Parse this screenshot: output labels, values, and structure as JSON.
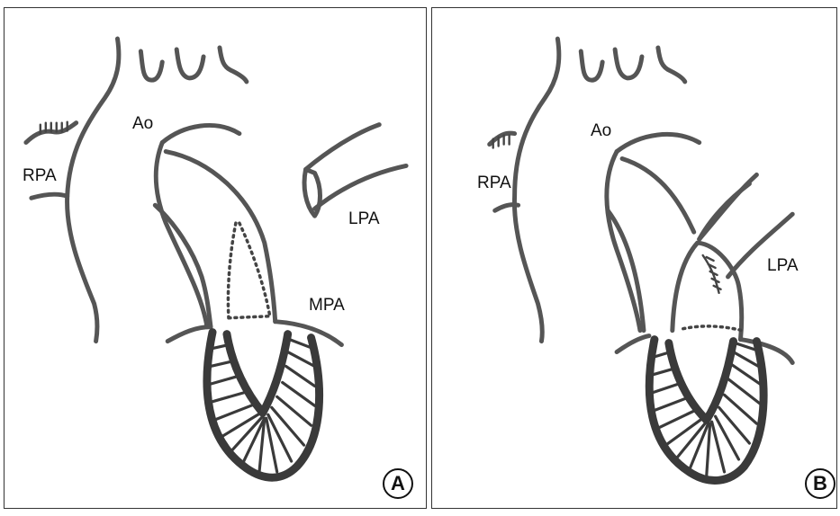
{
  "panels": [
    {
      "badge": "A",
      "labels": {
        "ao": "Ao",
        "rpa": "RPA",
        "lpa": "LPA",
        "mpa": "MPA"
      }
    },
    {
      "badge": "B",
      "labels": {
        "ao": "Ao",
        "rpa": "RPA",
        "lpa": "LPA"
      }
    }
  ]
}
